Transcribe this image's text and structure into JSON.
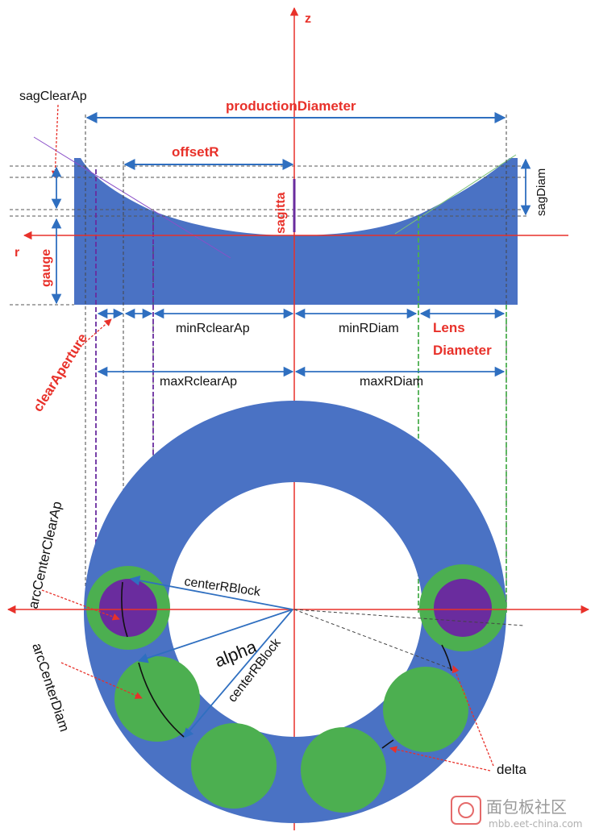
{
  "axes": {
    "z_label": "z",
    "r_label": "r"
  },
  "top_labels": {
    "sagClearAp": "sagClearAp",
    "productionDiameter": "productionDiameter",
    "offsetR": "offsetR",
    "sagitta": "sagitta",
    "sagDiam": "sagDiam",
    "gauge": "gauge"
  },
  "middle_labels": {
    "minRclearAp": "minRclearAp",
    "minRDiam": "minRDiam",
    "lens_diameter_line1": "Lens",
    "lens_diameter_line2": "Diameter",
    "clearAperture": "clearAperture",
    "maxRclearAp": "maxRclearAp",
    "maxRDiam": "maxRDiam"
  },
  "bottom_labels": {
    "arcCenterClearAp": "arcCenterClearAp",
    "centerRBlock_1": "centerRBlock",
    "centerRBlock_2": "centerRBlock",
    "alpha": "alpha",
    "arcCenterDiam": "arcCenterDiam",
    "delta": "delta"
  },
  "watermark": {
    "title": "面包板社区",
    "url": "mbb.eet-china.com"
  },
  "colors": {
    "block_blue": "#4a72c4",
    "lens_green": "#4caf50",
    "clear_purple": "#6a2c9e",
    "axis_red": "#e8312a",
    "dim_blue": "#2f6fc0"
  }
}
